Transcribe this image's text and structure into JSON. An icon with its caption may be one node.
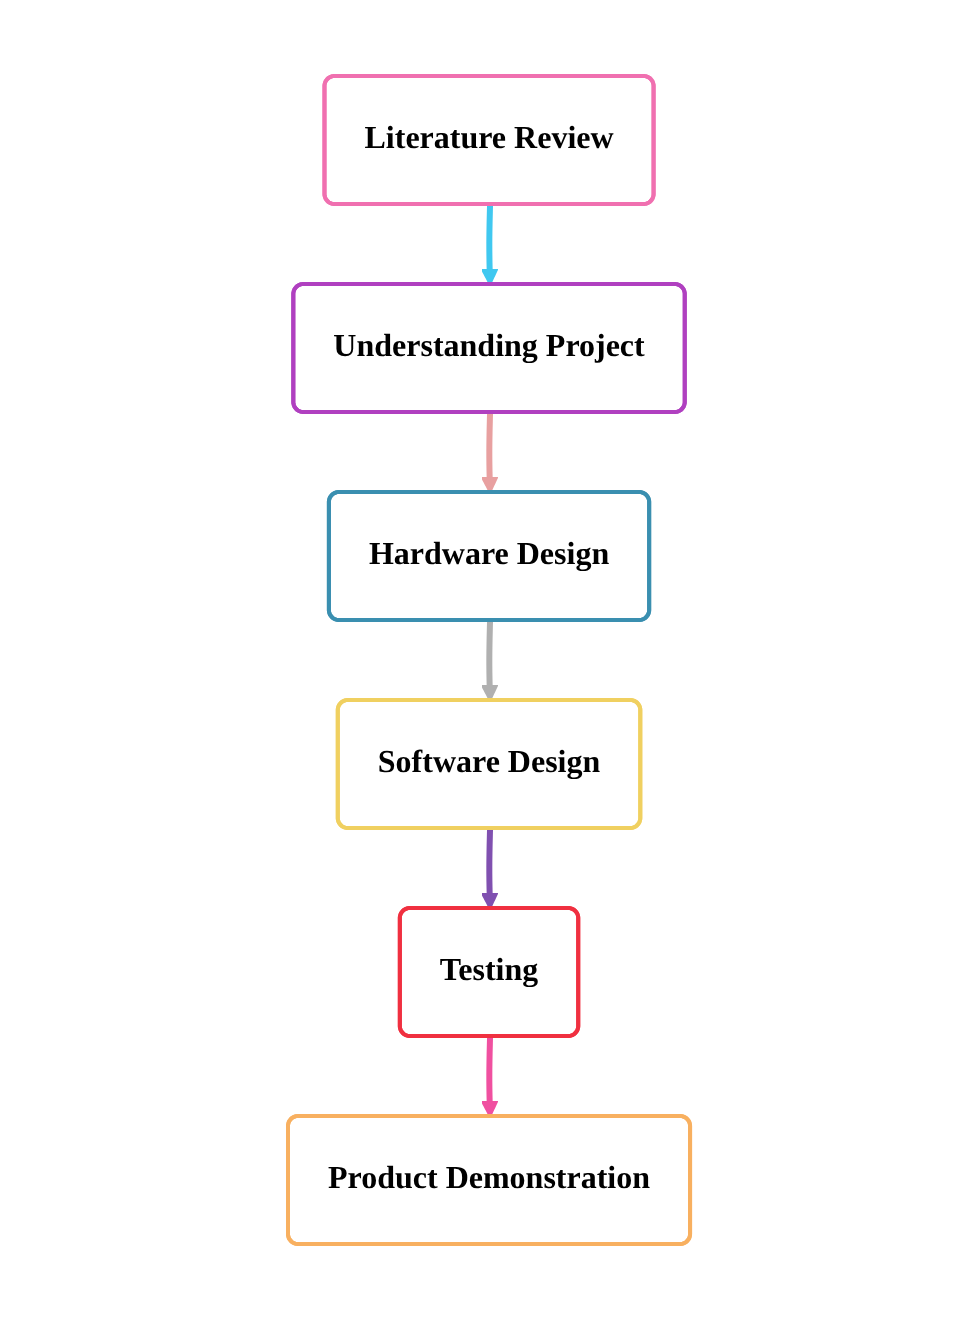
{
  "diagram": {
    "nodes": [
      {
        "text": [
          "Literature Review"
        ]
      },
      {
        "text": [
          "Understanding Project"
        ]
      },
      {
        "text": [
          "Hardware Design"
        ]
      },
      {
        "text": [
          "Software Design"
        ]
      },
      {
        "text": [
          "Testing"
        ]
      },
      {
        "text": [
          "Product Demonstration"
        ]
      }
    ],
    "edges": [
      {
        "from": 0,
        "to": 1,
        "arrow": "to",
        "color": "#40c8f0"
      },
      {
        "from": 1,
        "to": 2,
        "arrow": "to",
        "color": "#e8a0a0"
      },
      {
        "from": 2,
        "to": 3,
        "arrow": "to",
        "color": "#b0b0b0"
      },
      {
        "from": 3,
        "to": 4,
        "arrow": "to",
        "color": "#8050b0"
      },
      {
        "from": 4,
        "to": 5,
        "arrow": "to",
        "color": "#f050a0"
      }
    ]
  }
}
